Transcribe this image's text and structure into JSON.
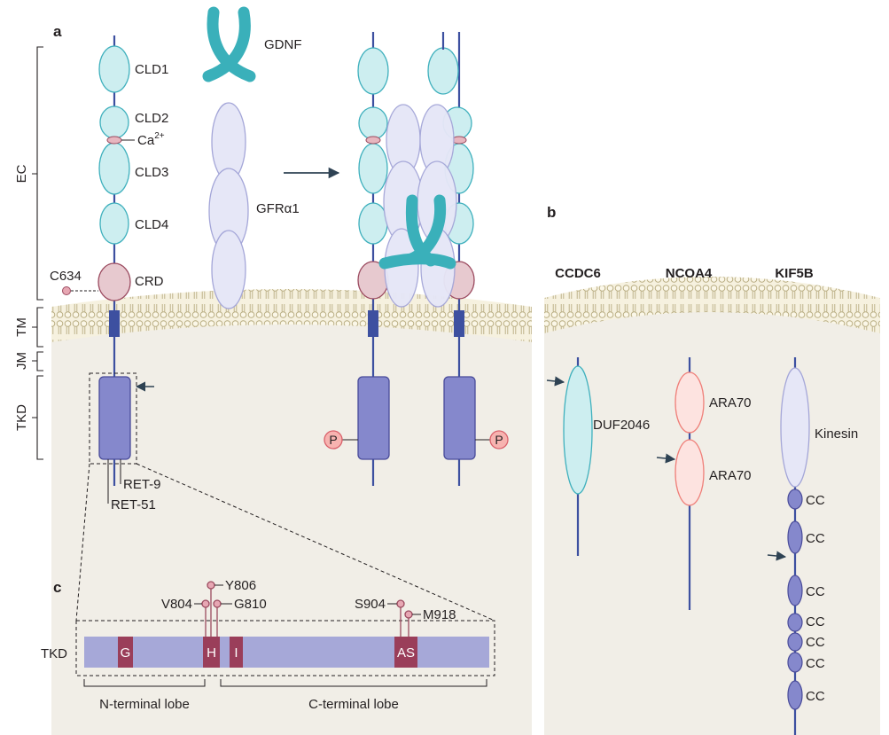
{
  "panels": {
    "a": "a",
    "b": "b",
    "c": "c"
  },
  "regions": {
    "ec": "EC",
    "tm": "TM",
    "jm": "JM",
    "tkd": "TKD"
  },
  "ret": {
    "cld1": "CLD1",
    "cld2": "CLD2",
    "ca_base": "Ca",
    "ca_sup": "2+",
    "cld3": "CLD3",
    "cld4": "CLD4",
    "crd": "CRD",
    "c634": "C634",
    "ret9": "RET-9",
    "ret51": "RET-51"
  },
  "ligands": {
    "gdnf": "GDNF",
    "gfra1": "GFRα1"
  },
  "phospho": "P",
  "fusions": {
    "ccdc6": {
      "name": "CCDC6",
      "domain": "DUF2046"
    },
    "ncoa4": {
      "name": "NCOA4",
      "domain1": "ARA70",
      "domain2": "ARA70"
    },
    "kif5b": {
      "name": "KIF5B",
      "domain": "Kinesin",
      "cc": [
        "CC",
        "CC",
        "CC",
        "CC",
        "CC",
        "CC",
        "CC"
      ]
    }
  },
  "tkd": {
    "label": "TKD",
    "segments": [
      "G",
      "H",
      "I",
      "AS"
    ],
    "mutations": {
      "v804": "V804",
      "y806": "Y806",
      "g810": "G810",
      "s904": "S904",
      "m918": "M918"
    },
    "lobes": {
      "n": "N-terminal lobe",
      "c": "C-terminal lobe"
    }
  },
  "colors": {
    "cld_fill": "#cdeef0",
    "cld_stroke": "#3fb0bd",
    "crd_fill": "#e7c9cf",
    "crd_stroke": "#9b4a5f",
    "gfr_fill": "#e6e7f7",
    "gfr_stroke": "#a4a6d8",
    "gdnf": "#3ab0ba",
    "kinase_fill": "#8588cc",
    "kinase_stroke": "#4a4c9a",
    "tkd_bar": "#a6a8d8",
    "tkd_seg": "#9a3e5a",
    "ara_fill": "#fde3e0",
    "ara_stroke": "#ef7f79",
    "cytoplasm": "#f1eee7",
    "p_fill": "#f7b3b0",
    "p_stroke": "#d9606a"
  }
}
